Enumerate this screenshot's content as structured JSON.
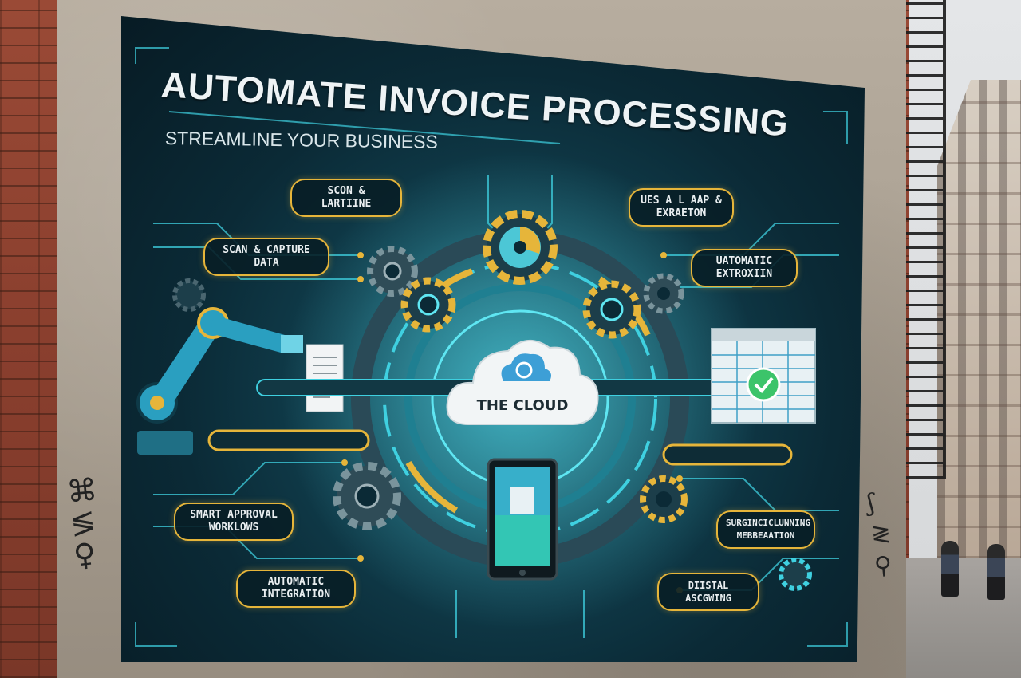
{
  "billboard": {
    "title": "AUTOMATE INVOICE PROCESSING",
    "subtitle": "STREAMLINE YOUR BUSINESS",
    "center_label": "THE CLOUD",
    "labels": [
      "SCON &\nLARTIINE",
      "UES A L AAP &\nEXRAETON",
      "SCAN & CAPTURE\nDATA",
      "UATOMATIC\nEXTROXIIN",
      "SMART APPROVAL\nWORKLOWS",
      "SURGINCICLUNNING\nMEBBEAATION",
      "AUTOMATIC\nINTEGRATION",
      "DIISTAL ASCGWING"
    ]
  },
  "graffiti": [
    "⌘\n≶\n♀",
    "ʃ\n≷\n⚲"
  ],
  "colors": {
    "accent_gold": "#e6b53a",
    "circuit_cyan": "#3fd0e0",
    "panel_dark": "#0b2a36"
  },
  "icons": [
    "robot-arm-icon",
    "gear-icon",
    "cloud-icon",
    "tablet-icon",
    "spreadsheet-check-icon",
    "document-icon"
  ]
}
